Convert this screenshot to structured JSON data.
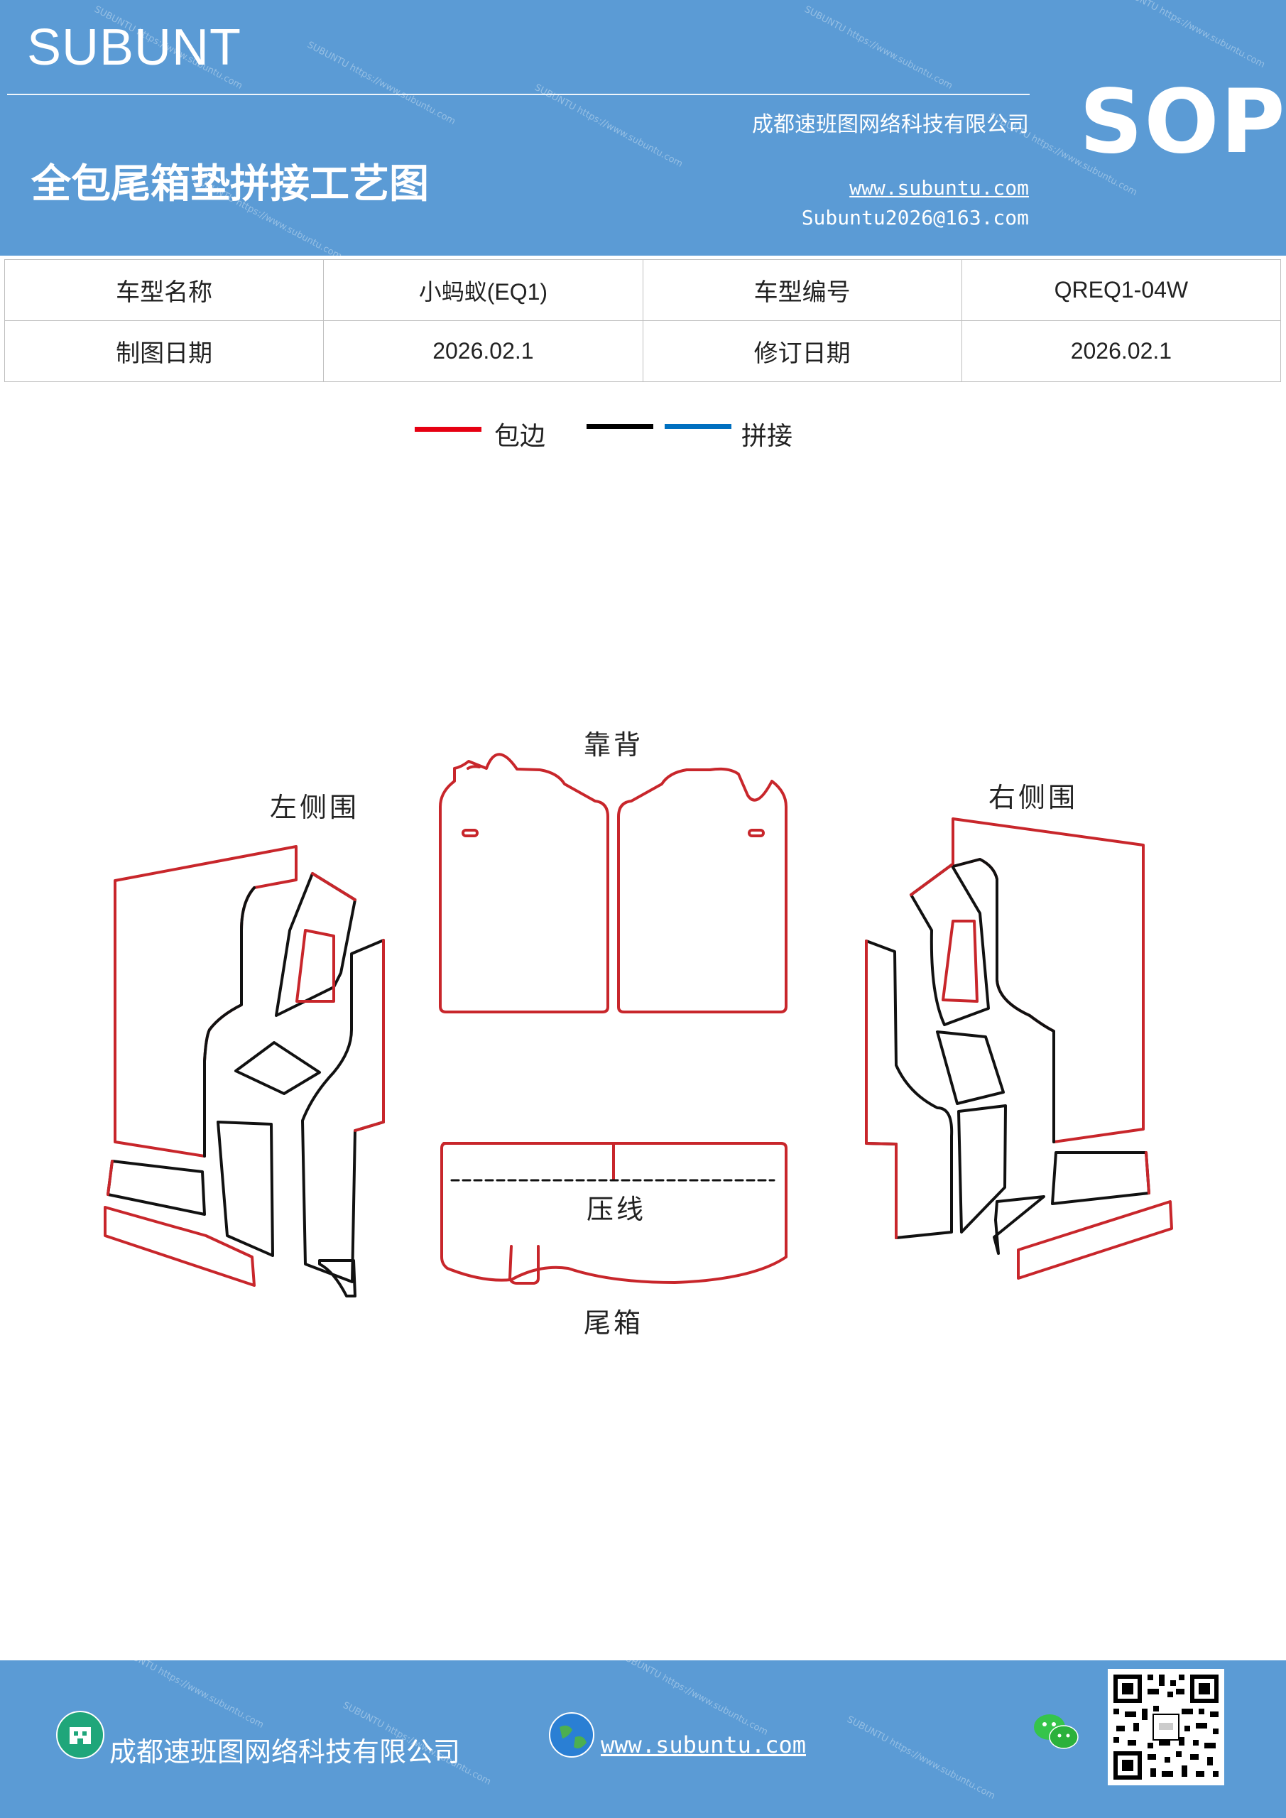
{
  "header": {
    "brand": "SUBUNT",
    "title": "全包尾箱垫拼接工艺图",
    "company": "成都速班图网络科技有限公司",
    "website": "www.subuntu.com",
    "email": "Subuntu2026@163.com",
    "badge": "SOP"
  },
  "info_table": {
    "rows": [
      [
        "车型名称",
        "小蚂蚁(EQ1)",
        "车型编号",
        "QREQ1-04W"
      ],
      [
        "制图日期",
        "2026.02.1",
        "修订日期",
        "2026.02.1"
      ]
    ]
  },
  "legend": {
    "items": [
      {
        "label": "包边",
        "color": "#e60012"
      },
      {
        "label": "",
        "color": "#000000"
      },
      {
        "label": "拼接",
        "color": "#0070c0"
      }
    ]
  },
  "diagram": {
    "labels": {
      "backrest": "靠背",
      "left_side": "左侧围",
      "right_side": "右侧围",
      "crease": "压线",
      "trunk": "尾箱"
    },
    "colors": {
      "edge": "#c8262b",
      "seam": "#111111",
      "header_bg": "#5b9bd5"
    }
  },
  "footer": {
    "company": "成都速班图网络科技有限公司",
    "website": "www.subuntu.com"
  }
}
